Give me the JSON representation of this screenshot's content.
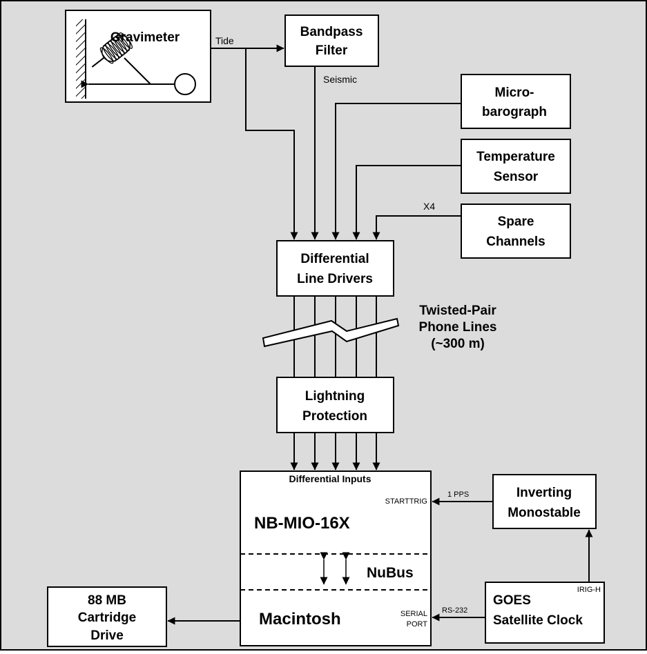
{
  "colors": {
    "background": "#dcdcdc",
    "box_fill": "#ffffff",
    "line": "#000000"
  },
  "gravimeter": {
    "label": "Gravimeter"
  },
  "signals": {
    "tide": "Tide",
    "seismic": "Seismic",
    "spare_multiplier": "X4",
    "one_pps": "1 PPS",
    "rs232": "RS-232"
  },
  "boxes": {
    "bandpass": {
      "line1": "Bandpass",
      "line2": "Filter"
    },
    "microbarograph": {
      "line1": "Micro-",
      "line2": "barograph"
    },
    "temperature": {
      "line1": "Temperature",
      "line2": "Sensor"
    },
    "spare": {
      "line1": "Spare",
      "line2": "Channels"
    },
    "line_drivers": {
      "line1": "Differential",
      "line2": "Line Drivers"
    },
    "lightning": {
      "line1": "Lightning",
      "line2": "Protection"
    },
    "monostable": {
      "line1": "Inverting",
      "line2": "Monostable"
    },
    "goes": {
      "line1": "GOES",
      "line2": "Satellite Clock",
      "port": "IRIG-H"
    },
    "cartridge": {
      "line1": "88 MB",
      "line2": "Cartridge",
      "line3": "Drive"
    }
  },
  "phone_lines": {
    "line1": "Twisted-Pair",
    "line2": "Phone Lines",
    "line3": "(~300 m)"
  },
  "computer": {
    "inputs_label": "Differential Inputs",
    "starttrig": "STARTTRIG",
    "board": "NB-MIO-16X",
    "bus": "NuBus",
    "machine": "Macintosh",
    "serial_line1": "SERIAL",
    "serial_line2": "PORT"
  }
}
